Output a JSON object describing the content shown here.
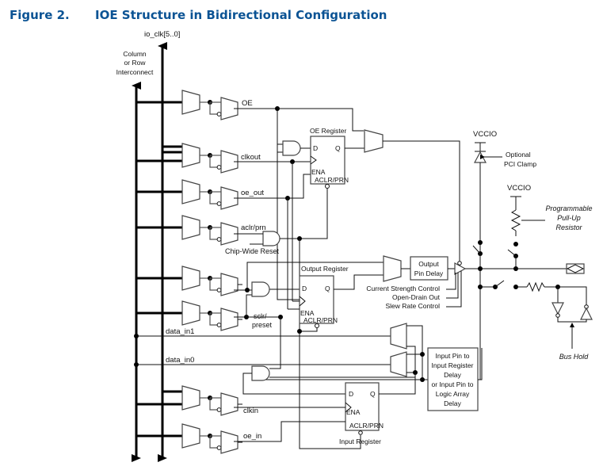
{
  "figure": {
    "number": "Figure 2.",
    "title": "IOE Structure in Bidirectional Configuration",
    "title_color": "#0b5394"
  },
  "labels": {
    "io_clk": "io_clk[5..0]",
    "interconnect": [
      "Column",
      "or Row",
      "Interconnect"
    ],
    "oe": "OE",
    "clkout": "clkout",
    "oe_out": "oe_out",
    "aclr_prn": "aclr/prn",
    "chip_wide_reset": "Chip-Wide Reset",
    "sclr": "sclr/",
    "preset": "preset",
    "data_in1": "data_in1",
    "data_in0": "data_in0",
    "clkin": "clkin",
    "oe_in": "oe_in"
  },
  "registers": {
    "oe_register": {
      "title": "OE Register",
      "d": "D",
      "q": "Q",
      "ena": "ENA",
      "aclr": "ACLR/PRN"
    },
    "output_register": {
      "title": "Output Register",
      "d": "D",
      "q": "Q",
      "ena": "ENA",
      "aclr": "ACLR/PRN"
    },
    "input_register": {
      "title": "Input Register",
      "d": "D",
      "q": "Q",
      "ena": "ENA",
      "aclr": "ACLR/PRN"
    }
  },
  "blocks": {
    "output_pin_delay": [
      "Output",
      "Pin Delay"
    ],
    "input_delay": [
      "Input Pin to",
      "Input Register",
      "Delay",
      "or Input Pin to",
      "Logic Array",
      "Delay"
    ]
  },
  "controls": {
    "current_strength": "Current Strength Control",
    "open_drain": "Open-Drain Out",
    "slew_rate": "Slew Rate Control"
  },
  "pad_side": {
    "vccio_1": "VCCIO",
    "vccio_2": "VCCIO",
    "pci_clamp": [
      "Optional",
      "PCI Clamp"
    ],
    "pull_up": [
      "Programmable",
      "Pull-Up",
      "Resistor"
    ],
    "bus_hold": "Bus Hold"
  }
}
